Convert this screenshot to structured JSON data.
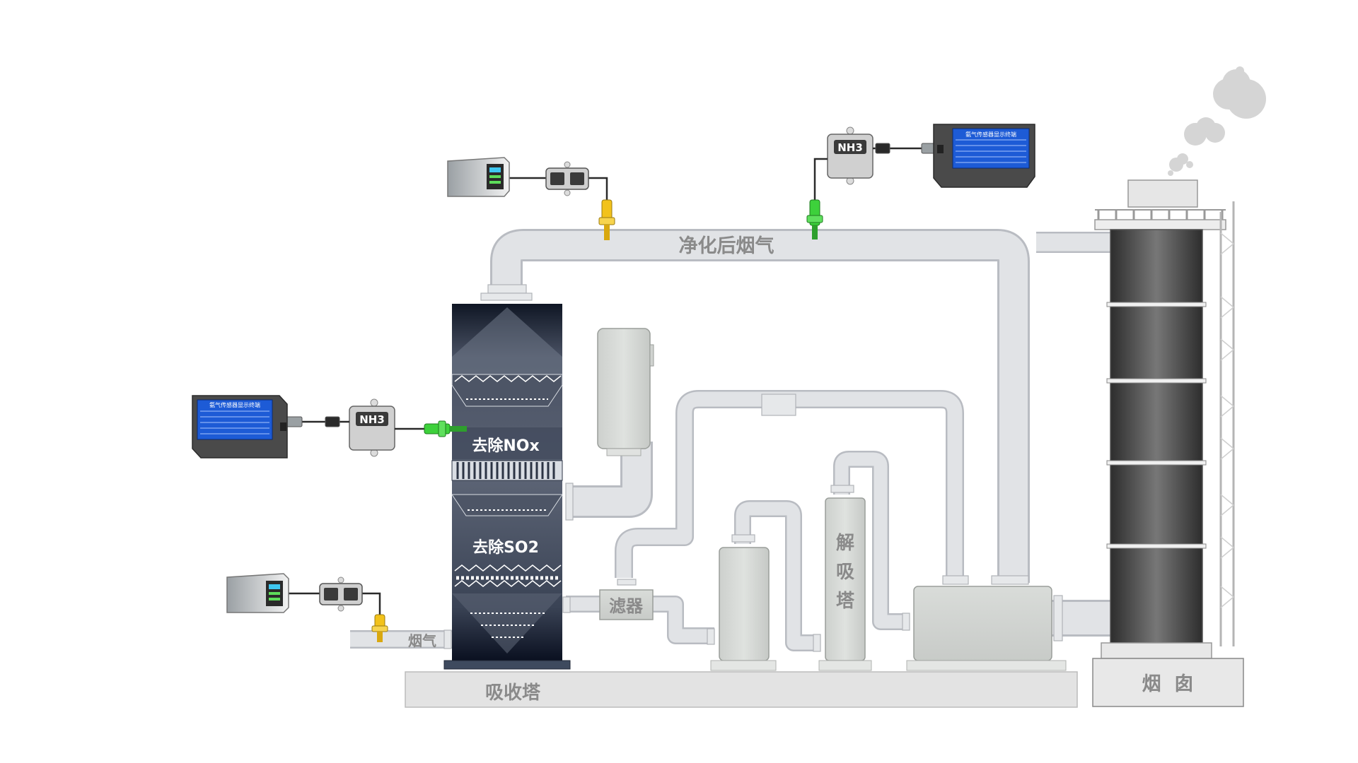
{
  "labels": {
    "purified_gas": "净化后烟气",
    "remove_nox": "去除NOx",
    "remove_so2": "去除SO2",
    "filter": "滤器",
    "absorber": "吸收塔",
    "flue_gas": "烟气",
    "desorber": [
      "解",
      "吸",
      "塔"
    ],
    "chimney": "烟  囱"
  },
  "sensors": {
    "nh3_label": "NH3"
  },
  "display_terminals": {
    "title": "氨气传感器显示终端"
  },
  "colors": {
    "pipe": "#e1e3e6",
    "pipe_edge": "#b9bcc2",
    "tower_dark": "#1a2233",
    "label_gray": "#8a8a8a",
    "probe_yellow": "#f2c21b",
    "probe_green": "#3dd13b",
    "screen_blue": "#1d5bd6"
  }
}
